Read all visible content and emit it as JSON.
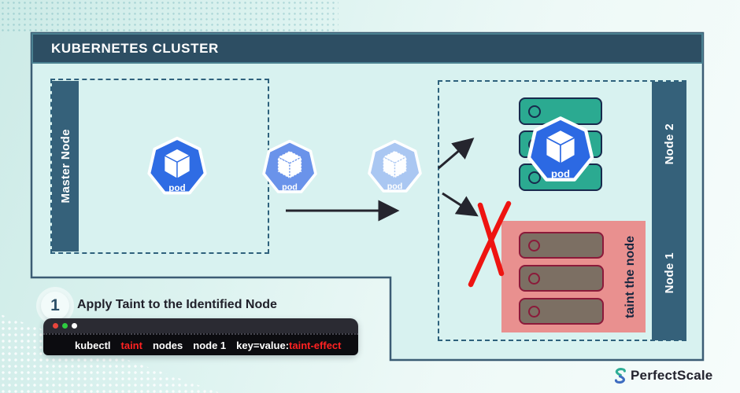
{
  "header": {
    "title": "KUBERNETES CLUSTER"
  },
  "master_node": {
    "label": "Master Node"
  },
  "pods": {
    "label": "pod"
  },
  "nodes": {
    "node2_label": "Node 2",
    "node1_label": "Node 1",
    "taint_label": "taint the node"
  },
  "step": {
    "number": "1",
    "title": "Apply Taint to the Identified Node"
  },
  "terminal": {
    "parts": [
      {
        "text": "kubectl",
        "color": "#ffffff"
      },
      {
        "text": "taint",
        "color": "#ff2222"
      },
      {
        "text": "nodes",
        "color": "#ffffff"
      },
      {
        "text": "node 1",
        "color": "#ffffff"
      },
      {
        "text": "key=value:",
        "color": "#ffffff"
      },
      {
        "text": "taint-effect",
        "color": "#ff2222"
      }
    ]
  },
  "brand": {
    "name": "PerfectScale"
  },
  "colors": {
    "pod_blue": "#2f6ce4",
    "pod_blue_mid": "#6a93ea",
    "pod_blue_light": "#aac7f2",
    "server_green": "#2baa91",
    "server_brown": "#7c6f63",
    "pink_panel": "#e9908f",
    "sidebar_teal": "#35617a",
    "cross_red": "#ee1411"
  }
}
